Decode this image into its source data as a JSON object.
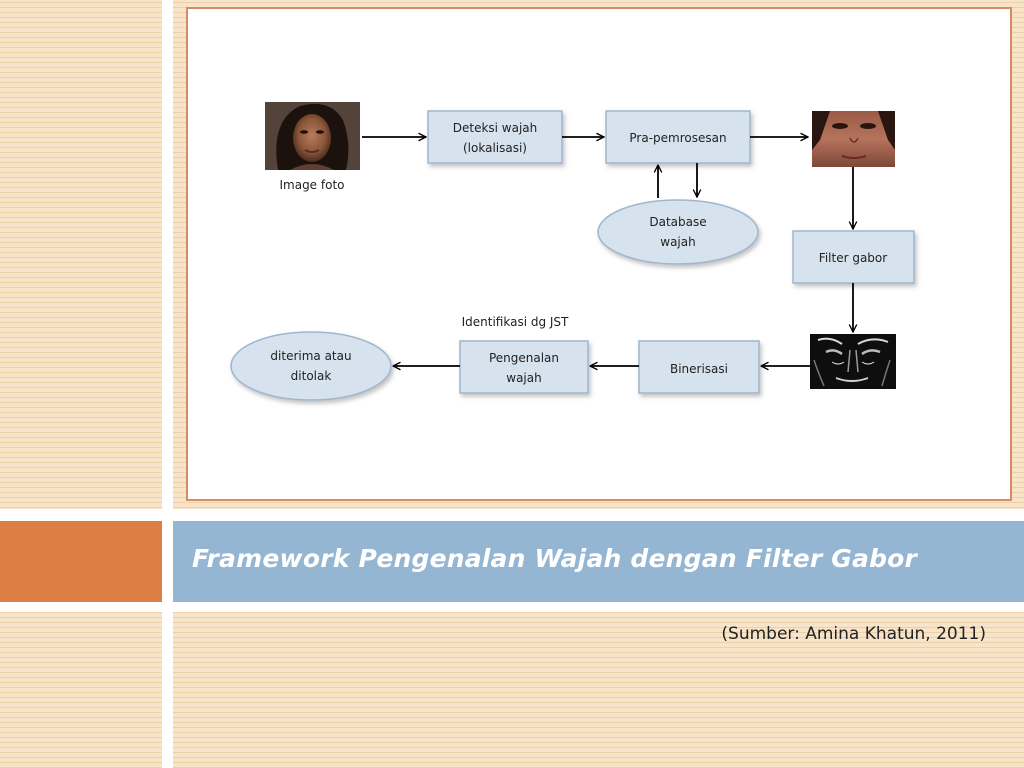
{
  "slide": {
    "title": "Framework Pengenalan Wajah dengan Filter Gabor",
    "source": "(Sumber: Amina Khatun, 2011)"
  },
  "diagram": {
    "image_label": "Image foto",
    "deteksi": [
      "Deteksi wajah",
      "(lokalisasi)"
    ],
    "prapemrosesan": "Pra-pemrosesan",
    "database": [
      "Database",
      "wajah"
    ],
    "filter_gabor": "Filter gabor",
    "binerisasi": "Binerisasi",
    "pengenalan": [
      "Pengenalan",
      "wajah"
    ],
    "identifikasi_label": "Identifikasi dg JST",
    "hasil": [
      "diterima atau",
      "ditolak"
    ]
  },
  "colors": {
    "accent_orange": "#dd7f45",
    "title_blue": "#94b6d2",
    "frame_border": "#d58c63",
    "node_fill": "#d6e2ee",
    "node_stroke": "#9fb6cc"
  }
}
